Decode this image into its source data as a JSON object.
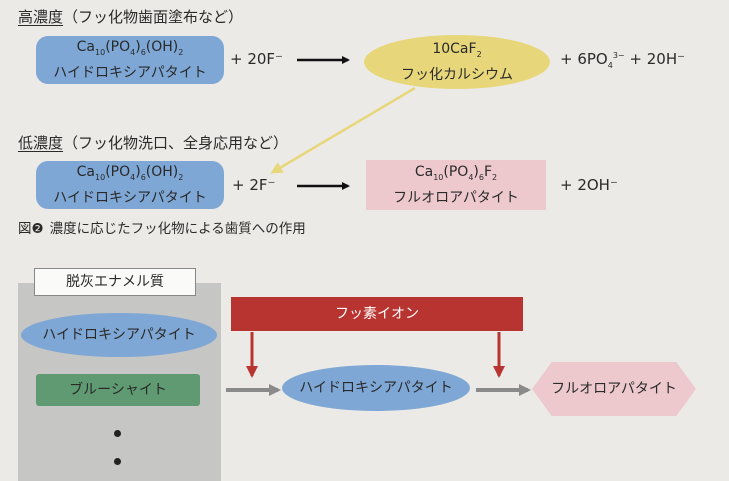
{
  "top": {
    "high": {
      "heading_main": "高濃度",
      "heading_note": "（フッ化物歯面塗布など）"
    },
    "low": {
      "heading_main": "低濃度",
      "heading_note": "（フッ化物洗口、全身応用など）"
    },
    "hap_formula": {
      "ca": "Ca",
      "ca_sub": "10",
      "po4": "(PO",
      "po4_sub": "4",
      "po4_close": ")",
      "po4_count": "6",
      "oh": "(OH)",
      "oh_sub": "2"
    },
    "hap_name": "ハイドロキシアパタイト",
    "high_reagent": "+ 20F⁻",
    "caf2_formula": {
      "lead": "10CaF",
      "sub": "2"
    },
    "caf2_name": "フッ化カルシウム",
    "high_product": {
      "lead": "+ 6PO",
      "sub": "4",
      "sup": "3−",
      "rest": " + 20H⁻"
    },
    "low_reagent": "+ 2F⁻",
    "fap_formula": {
      "ca": "Ca",
      "ca_sub": "10",
      "po4": "(PO",
      "po4_sub": "4",
      "po4_close": ")",
      "po4_count": "6",
      "f": "F",
      "f_sub": "2"
    },
    "fap_name": "フルオロアパタイト",
    "low_product": "+ 2OH⁻",
    "caption_prefix": "図",
    "caption_num": "❷",
    "caption_text": "濃度に応じたフッ化物による歯質への作用"
  },
  "bottom": {
    "enamel_label": "脱灰エナメル質",
    "enamel_item1": "ハイドロキシアパタイト",
    "enamel_item2": "ブルーシャイト",
    "fluoride_ion": "フッ素イオン",
    "middle_hap": "ハイドロキシアパタイト",
    "result_fap": "フルオロアパタイト"
  },
  "colors": {
    "blue": "#7ea7d5",
    "yellow": "#e7d77a",
    "pink": "#edc9cd",
    "green": "#5f9a72",
    "red": "#b83431",
    "gray_panel": "#c6c6c4"
  }
}
